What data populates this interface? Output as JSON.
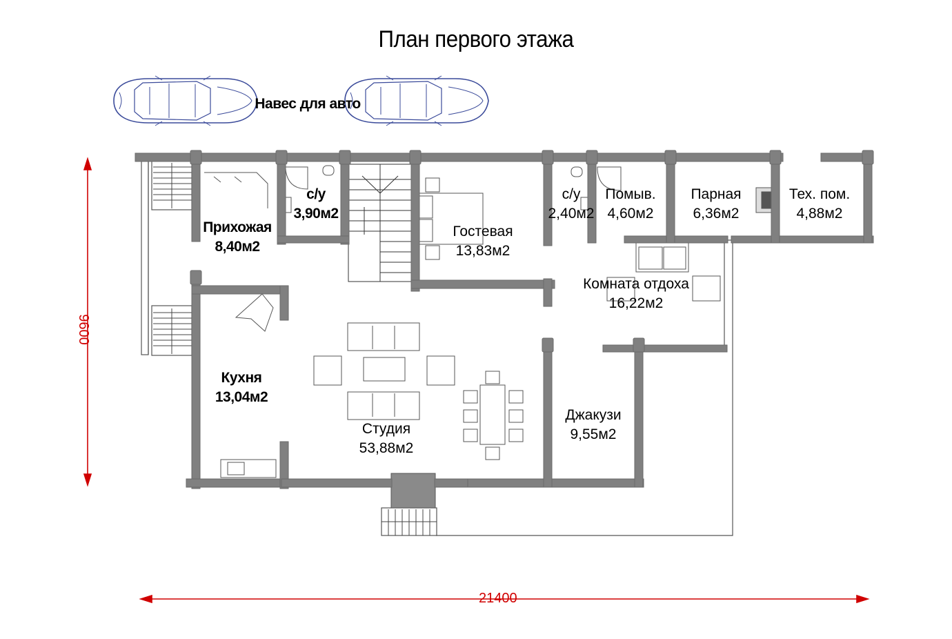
{
  "title": "План первого этажа",
  "carport_label": "Навес для авто",
  "dimensions": {
    "width": "21400",
    "height": "9600"
  },
  "colors": {
    "wall": "#808080",
    "dimension": "#d00000",
    "car": "#3a4a9a",
    "line": "#555555"
  },
  "rooms": [
    {
      "id": "prihozhaya",
      "name": "Прихожая",
      "area": "8,40м2"
    },
    {
      "id": "su1",
      "name": "с/у",
      "area": "3,90м2"
    },
    {
      "id": "gostevaya",
      "name": "Гостевая",
      "area": "13,83м2"
    },
    {
      "id": "su2",
      "name": "с/у",
      "area": "2,40м2"
    },
    {
      "id": "pomyv",
      "name": "Помыв.",
      "area": "4,60м2"
    },
    {
      "id": "parnaya",
      "name": "Парная",
      "area": "6,36м2"
    },
    {
      "id": "tehpom",
      "name": "Тех. пом.",
      "area": "4,88м2"
    },
    {
      "id": "otdyh",
      "name": "Комната отдоха",
      "area": "16,22м2"
    },
    {
      "id": "kuhnya",
      "name": "Кухня",
      "area": "13,04м2"
    },
    {
      "id": "studiya",
      "name": "Студия",
      "area": "53,88м2"
    },
    {
      "id": "dzhakuzi",
      "name": "Джакузи",
      "area": "9,55м2"
    }
  ]
}
